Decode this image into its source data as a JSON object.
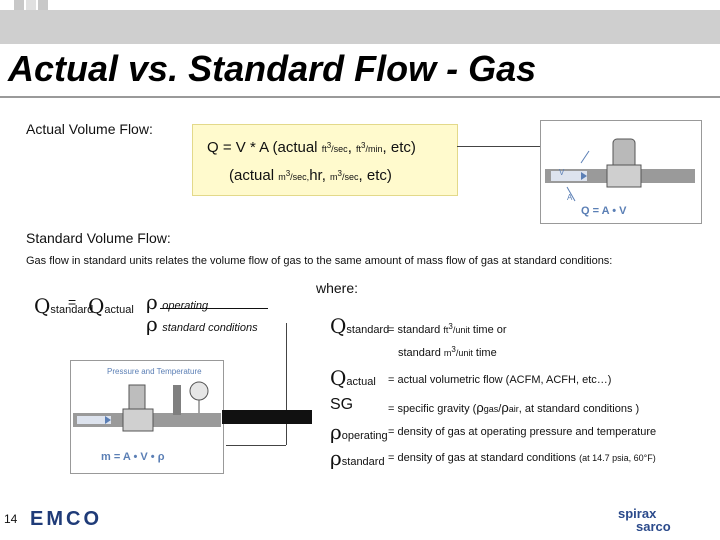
{
  "title": "Actual vs. Standard Flow - Gas",
  "actual": {
    "heading": "Actual Volume Flow:",
    "formula_line1_main": "Q = V",
    "formula_line1_star": "*",
    "formula_line1_rest": "A (actual",
    "formula_line1_u1_num": "ft",
    "formula_line1_u1_exp": "3",
    "formula_line1_u1_den": "sec",
    "formula_line1_u2_num": "ft",
    "formula_line1_u2_exp": "3",
    "formula_line1_u2_den": "min",
    "formula_line1_tail": ", etc)",
    "formula_line2_head": "(actual",
    "formula_line2_u1_num": "m",
    "formula_line2_u1_exp": "3",
    "formula_line2_u1_den": "sec,",
    "formula_line2_hr": "hr,",
    "formula_line2_u2_num": "m",
    "formula_line2_u2_exp": "3",
    "formula_line2_u2_den": "sec",
    "formula_line2_tail": ", etc)",
    "diagram_label": "Q = A • V",
    "diagram_v_label": "V",
    "diagram_a_label": "A"
  },
  "standard": {
    "heading": "Standard Volume Flow:",
    "description": "Gas flow in standard units relates the volume flow of gas to the same amount of mass flow of gas at standard conditions:",
    "eq_q": "Q",
    "eq_q_sub": "standard",
    "eq_equals": "=",
    "eq_q2": "Q",
    "eq_q2_sub": "actual",
    "rho": "ρ",
    "rho_num": "operating",
    "rho_den": "standard conditions",
    "diagram_top_label": "Pressure and Temperature",
    "diagram_formula": "m = A • V • ρ"
  },
  "where": {
    "heading": "where:",
    "rows": [
      {
        "sym": "Q",
        "sub": "standard",
        "desc": "= standard",
        "unit_num": "ft",
        "unit_exp": "3",
        "unit_den": "unit",
        "tail": " time or"
      },
      {
        "sym": "",
        "sub": "",
        "desc": "standard",
        "unit_num": "m",
        "unit_exp": "3",
        "unit_den": "unit",
        "tail": " time"
      },
      {
        "sym": "Q",
        "sub": "actual",
        "desc": "= actual volumetric flow (ACFM, ACFH, etc…)"
      },
      {
        "sym": "SG",
        "sub": "",
        "desc": "= specific gravity (",
        "g_num": "ρ",
        "g_num_sub": "gas",
        "g_den": "ρ",
        "g_den_sub": "air",
        "tail": ", at standard conditions )"
      },
      {
        "sym": "ρ",
        "sub": "operating",
        "desc": "= density of gas at operating pressure and temperature"
      },
      {
        "sym": "ρ",
        "sub": "standard",
        "desc": "= density of gas at standard conditions",
        "small_tail": "(at 14.7 psia, 60°F)"
      }
    ]
  },
  "footer": {
    "page_number": "14",
    "emco_logo": "EMCO",
    "spirax_logo_1": "spirax",
    "spirax_logo_2": "sarco"
  },
  "colors": {
    "title_bar": "#cfcfcf",
    "formula_box": "#fffacd",
    "pipe": "#111111",
    "diagram_accent": "#5b7fb5",
    "spirax_blue": "#2b4a8b"
  }
}
